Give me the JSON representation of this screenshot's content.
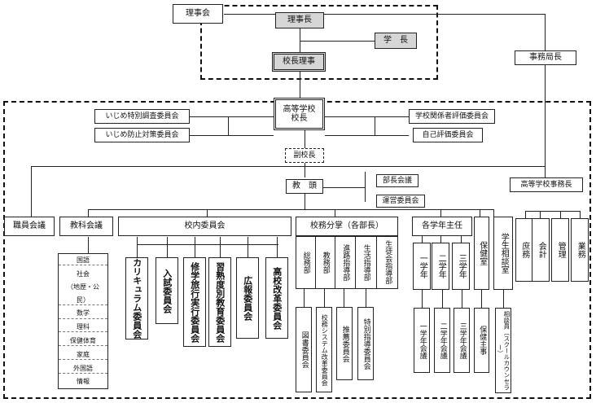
{
  "chart": {
    "board": "理事会",
    "chairman": "理事長",
    "president": "学　長",
    "principal_director": "校長理事",
    "secretariat_head": "事務局長",
    "high_school_principal": [
      "高等学校",
      "校長"
    ],
    "bullying_investigation": "いじめ特別調査委員会",
    "bullying_prevention": "いじめ防止対策委員会",
    "school_evaluation": "学校関係者評価委員会",
    "self_evaluation": "自己評価委員会",
    "vice_principal": "副校長",
    "head_teacher": "教　頭",
    "department_heads_meeting": "部長会議",
    "steering_committee": "運営委員会",
    "hs_office_head": "高等学校事務長",
    "staff_meeting": "職員会議",
    "subject_meeting": "教科会議",
    "subjects": [
      "国語",
      "社会",
      "（地歴・公",
      "民）",
      "数学",
      "理科",
      "保健体育",
      "家庭",
      "外国語",
      "情報"
    ],
    "internal_committees": "校内委員会",
    "committees": [
      "カリキュラム委員会",
      "入試委員会",
      "修学旅行実行委員会",
      "習熟度別教育委員会",
      "広報委員会",
      "高校改革委員会"
    ],
    "school_affairs": "校務分掌（各部長）",
    "departments": [
      "総務部",
      "教務部",
      "進路指導部",
      "生活指導部",
      "生徒会指導部"
    ],
    "department_subcommittees": [
      "図書委員会",
      "校務システム改革委員会",
      "推薦委員会",
      "特別指導委員会"
    ],
    "grade_heads": "各学年主任",
    "grades": [
      "一学年",
      "二学年",
      "三学年"
    ],
    "grade_meetings": [
      "一学年会議",
      "二学年会議",
      "三学年会議"
    ],
    "health_room": "保健室",
    "health_head": "保健主事",
    "counseling_room": "学生相談室",
    "counselor": "相談員（スクールカウンセラー）",
    "office_sections": [
      "庶務",
      "会計",
      "管理",
      "業務"
    ]
  }
}
